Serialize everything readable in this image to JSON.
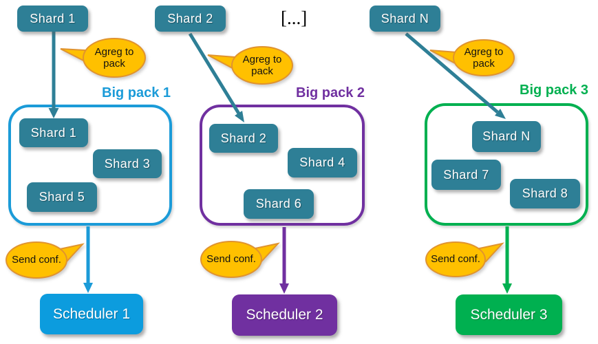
{
  "top_shards": [
    {
      "label": "Shard 1"
    },
    {
      "label": "Shard 2"
    },
    {
      "label": "Shard N"
    }
  ],
  "ellipsis": "[...]",
  "agreg_bubbles": [
    "Agreg to pack",
    "Agreg to pack",
    "Agreg to pack"
  ],
  "send_bubbles": [
    "Send conf.",
    "Send conf.",
    "Send conf."
  ],
  "packs": [
    {
      "title": "Big pack 1",
      "accent": "#1b9bd8",
      "shards": [
        "Shard 1",
        "Shard 3",
        "Shard 5"
      ]
    },
    {
      "title": "Big pack 2",
      "accent": "#7030a0",
      "shards": [
        "Shard 2",
        "Shard 4",
        "Shard 6"
      ]
    },
    {
      "title": "Big pack 3",
      "accent": "#00b050",
      "shards": [
        "Shard N",
        "Shard 7",
        "Shard 8"
      ]
    }
  ],
  "schedulers": [
    {
      "label": "Scheduler 1",
      "color": "#0c9cde"
    },
    {
      "label": "Scheduler 2",
      "color": "#7030a0"
    },
    {
      "label": "Scheduler 3",
      "color": "#00b050"
    }
  ],
  "colors": {
    "shard_fill": "#2e7f96",
    "arrow_teal": "#2e7f96",
    "bubble_fill": "#ffc000",
    "bubble_stroke": "#e0932f",
    "pack1_accent": "#1b9bd8",
    "pack2_accent": "#7030a0",
    "pack3_accent": "#00b050"
  }
}
